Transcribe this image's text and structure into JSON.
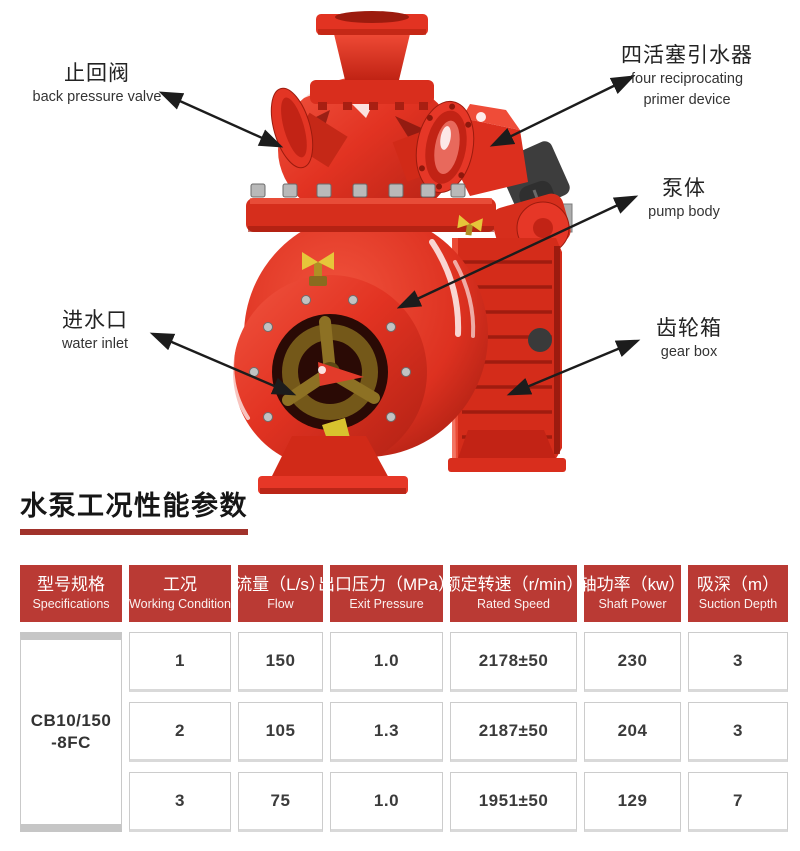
{
  "colors": {
    "header_red": "#BA3A34",
    "title_underline_red": "#A1322B",
    "pump_red": "#E8392B",
    "arrow_black": "#1c1c1c"
  },
  "diagram": {
    "callouts": [
      {
        "id": "back-pressure-valve",
        "cn": "止回阀",
        "en": "back pressure valve"
      },
      {
        "id": "primer-device",
        "cn": "四活塞引水器",
        "en1": "four reciprocating",
        "en2": "primer device"
      },
      {
        "id": "pump-body",
        "cn": "泵体",
        "en": "pump body"
      },
      {
        "id": "water-inlet",
        "cn": "进水口",
        "en": "water inlet"
      },
      {
        "id": "gear-box",
        "cn": "齿轮箱",
        "en": "gear box"
      }
    ]
  },
  "section": {
    "title": "水泵工况性能参数"
  },
  "table": {
    "headers": [
      {
        "cn": "型号规格",
        "en": "Specifications"
      },
      {
        "cn": "工况",
        "en": "Working Condition"
      },
      {
        "cn": "流量（L/s）",
        "en": "Flow"
      },
      {
        "cn": "出口压力（MPa）",
        "en": "Exit Pressure"
      },
      {
        "cn": "额定转速（r/min）",
        "en": "Rated Speed"
      },
      {
        "cn": "轴功率（kw）",
        "en": "Shaft Power"
      },
      {
        "cn": "吸深（m）",
        "en": "Suction Depth"
      }
    ],
    "model_line1": "CB10/150",
    "model_line2": "-8FC",
    "rows": [
      {
        "condition": "1",
        "flow": "150",
        "pressure": "1.0",
        "speed": "2178±50",
        "power": "230",
        "depth": "3"
      },
      {
        "condition": "2",
        "flow": "105",
        "pressure": "1.3",
        "speed": "2187±50",
        "power": "204",
        "depth": "3"
      },
      {
        "condition": "3",
        "flow": "75",
        "pressure": "1.0",
        "speed": "1951±50",
        "power": "129",
        "depth": "7"
      }
    ]
  }
}
